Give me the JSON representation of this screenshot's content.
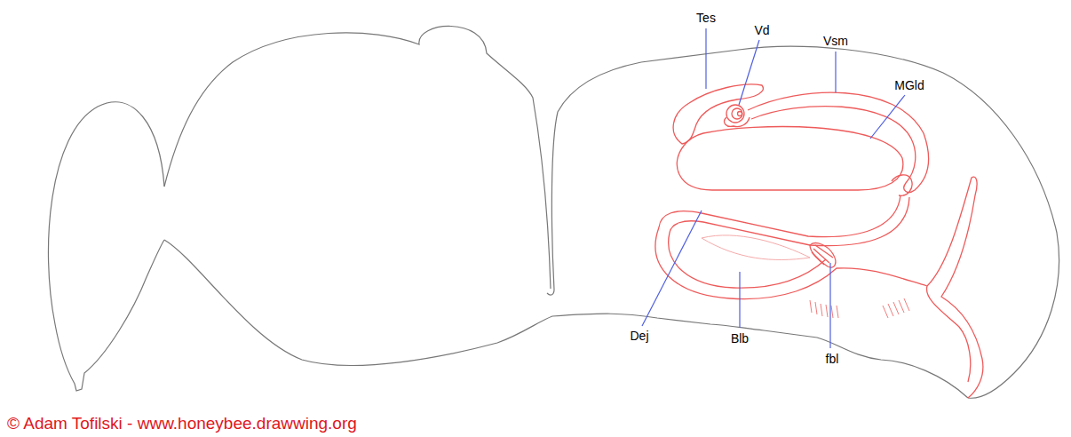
{
  "diagram": {
    "labels": [
      "Tes",
      "Vd",
      "Vsm",
      "MGld",
      "Dej",
      "Blb",
      "fbl",
      "© Adam Tofilski - www.honeybee.drawwing.org"
    ]
  }
}
